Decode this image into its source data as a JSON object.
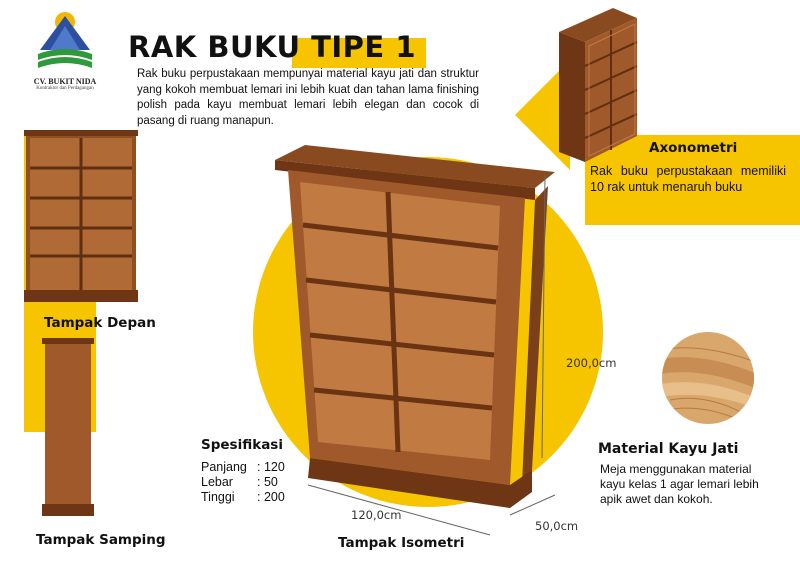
{
  "brand": {
    "company": "CV. BUKIT NIDA",
    "tagline": "Kontraktor dan Perdagangan"
  },
  "title": "RAK BUKU TIPE 1",
  "description": "Rak buku perpustakaan mempunyai material kayu jati dan struktur yang kokoh membuat lemari ini lebih kuat dan tahan lama finishing polish pada kayu membuat lemari lebih elegan dan cocok di pasang di ruang manapun.",
  "views": {
    "front": "Tampak Depan",
    "side": "Tampak Samping",
    "isometric": "Tampak Isometri",
    "axonometric": "Axonometri"
  },
  "axonometric_text": "Rak buku perpustakaan memiliki 10 rak untuk menaruh buku",
  "specs": {
    "heading": "Spesifikasi",
    "rows": [
      {
        "label": "Panjang",
        "value": ": 120"
      },
      {
        "label": "Lebar",
        "value": ": 50"
      },
      {
        "label": "Tinggi",
        "value": ": 200"
      }
    ]
  },
  "dimensions": {
    "height": "200,0cm",
    "width": "120,0cm",
    "depth": "50,0cm"
  },
  "material": {
    "heading": "Material Kayu Jati",
    "text": "Meja menggunakan material kayu kelas 1 agar lemari lebih apik awet dan kokoh."
  },
  "colors": {
    "accent": "#f7c400",
    "wood": "#a0592a",
    "wood_dark": "#6e3614"
  }
}
